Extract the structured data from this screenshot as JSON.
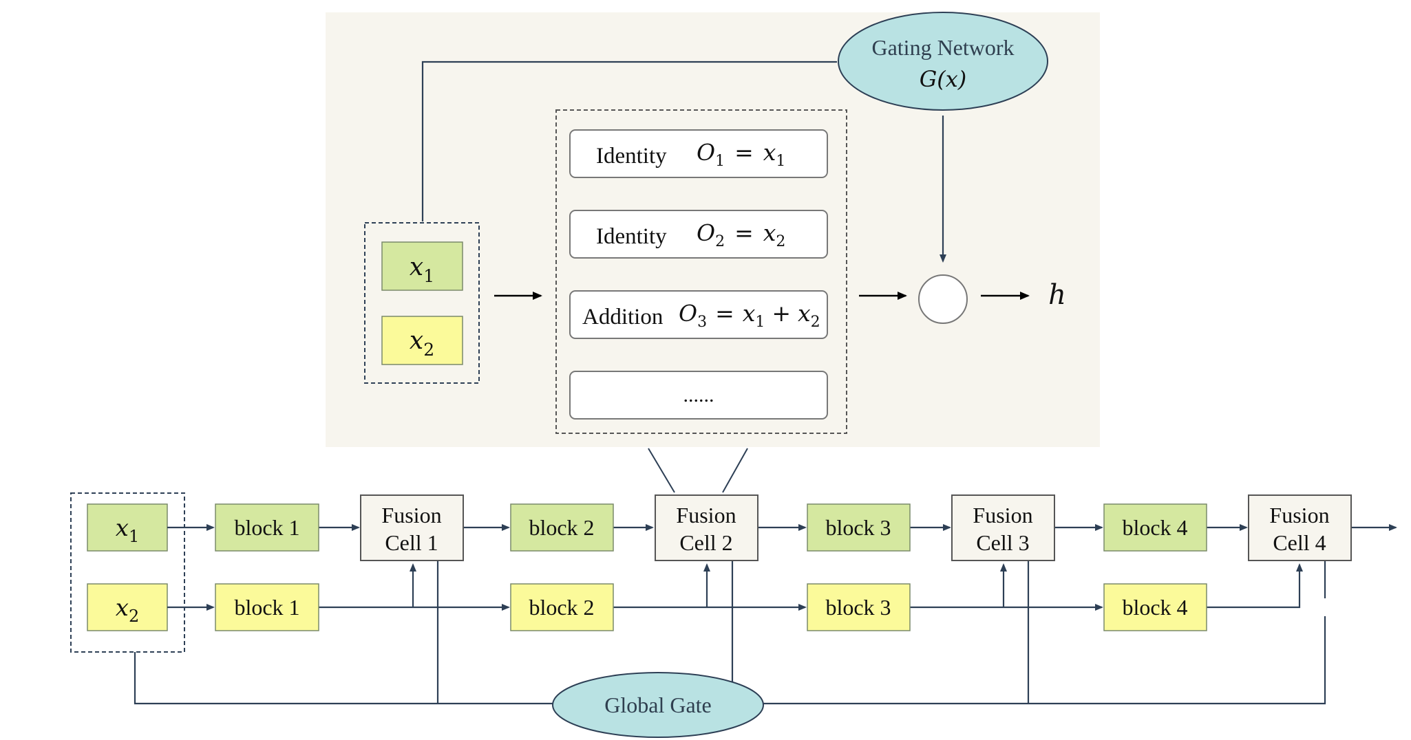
{
  "colors": {
    "panel_bg": "#f7f5ee",
    "green_block": "#d5e8a0",
    "yellow_block": "#fbfa9a",
    "fusion_cell": "#f7f5ee",
    "gate_fill": "#b9e2e3",
    "arrow": "#2d3f55"
  },
  "zoom": {
    "gating_network": {
      "name": "Gating Network",
      "formula": "G(x)"
    },
    "inputs": {
      "x1": {
        "base": "x",
        "sub": "1"
      },
      "x2": {
        "base": "x",
        "sub": "2"
      }
    },
    "operations": [
      {
        "name": "Identity",
        "lhs": "O",
        "lhs_sub": "1",
        "eq": "=",
        "rhs": "x",
        "rhs_sub": "1"
      },
      {
        "name": "Identity",
        "lhs": "O",
        "lhs_sub": "2",
        "eq": "=",
        "rhs": "x",
        "rhs_sub": "2"
      },
      {
        "name": "Addition",
        "lhs": "O",
        "lhs_sub": "3",
        "eq": "=",
        "rhs": "x",
        "rhs_sub": "1",
        "plus": "+",
        "rhs2": "x",
        "rhs2_sub": "2"
      },
      {
        "name": "......"
      }
    ],
    "output": "h"
  },
  "pipeline": {
    "inputs": {
      "x1": {
        "base": "x",
        "sub": "1"
      },
      "x2": {
        "base": "x",
        "sub": "2"
      }
    },
    "top_blocks": [
      "block 1",
      "block 2",
      "block 3",
      "block 4"
    ],
    "bottom_blocks": [
      "block 1",
      "block 2",
      "block 3",
      "block 4"
    ],
    "fusion_cells": [
      {
        "line1": "Fusion",
        "line2": "Cell 1"
      },
      {
        "line1": "Fusion",
        "line2": "Cell 2"
      },
      {
        "line1": "Fusion",
        "line2": "Cell 3"
      },
      {
        "line1": "Fusion",
        "line2": "Cell 4"
      }
    ],
    "global_gate": "Global Gate"
  }
}
